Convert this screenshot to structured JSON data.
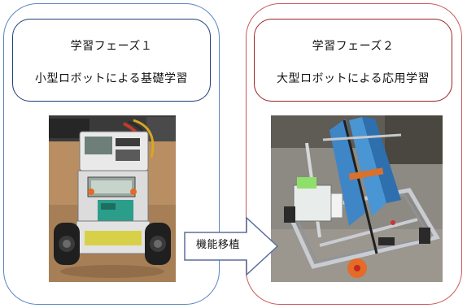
{
  "phase1": {
    "label": "学習フェーズ１",
    "description": "小型ロボットによる基礎学習",
    "photo_subject": "small-robot"
  },
  "phase2": {
    "label": "学習フェーズ２",
    "description": "大型ロボットによる応用学習",
    "photo_subject": "large-robot"
  },
  "transfer": {
    "label": "機能移植"
  },
  "colors": {
    "phase1_outer_border": "#5b86c2",
    "phase1_inner_border": "#1f3f7a",
    "phase2_outer_border": "#c95a5a",
    "phase2_inner_border": "#9b2323",
    "arrow_stroke": "#5b6f9c"
  }
}
